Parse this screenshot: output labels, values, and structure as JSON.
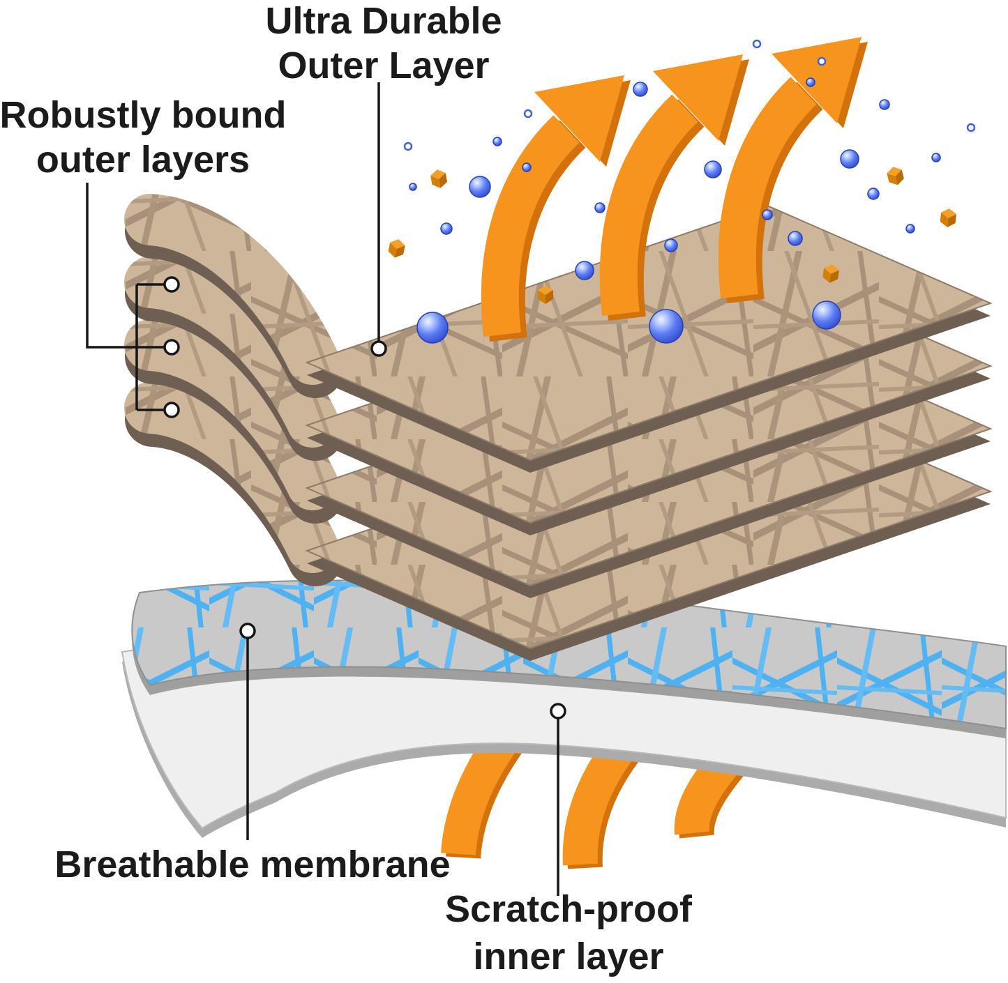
{
  "diagram": {
    "name": "Fabric layer structure diagram",
    "labels": {
      "ultra_durable": {
        "line1": "Ultra Durable",
        "line2": "Outer Layer"
      },
      "robustly_bound": {
        "line1": "Robustly bound",
        "line2": "outer layers"
      },
      "breathable_membrane": {
        "text": "Breathable membrane"
      },
      "scratch_proof": {
        "line1": "Scratch-proof",
        "line2": "inner layer"
      }
    },
    "colors": {
      "outer_layer_fill": "#cdb69a",
      "outer_layer_weave": "#a8917a",
      "layer_edge": "#6f5e52",
      "membrane_base": "#c9c9c9",
      "membrane_mesh": "#4db1f2",
      "inner_layer_fill": "#efefef",
      "inner_layer_edge": "#ababab",
      "arrow_orange": "#f7941e",
      "arrow_orange_dark": "#d3720a",
      "droplet_blue": "#4a6ef5",
      "particle_orange": "#d67f08",
      "label_text": "#1b1b1b"
    }
  }
}
